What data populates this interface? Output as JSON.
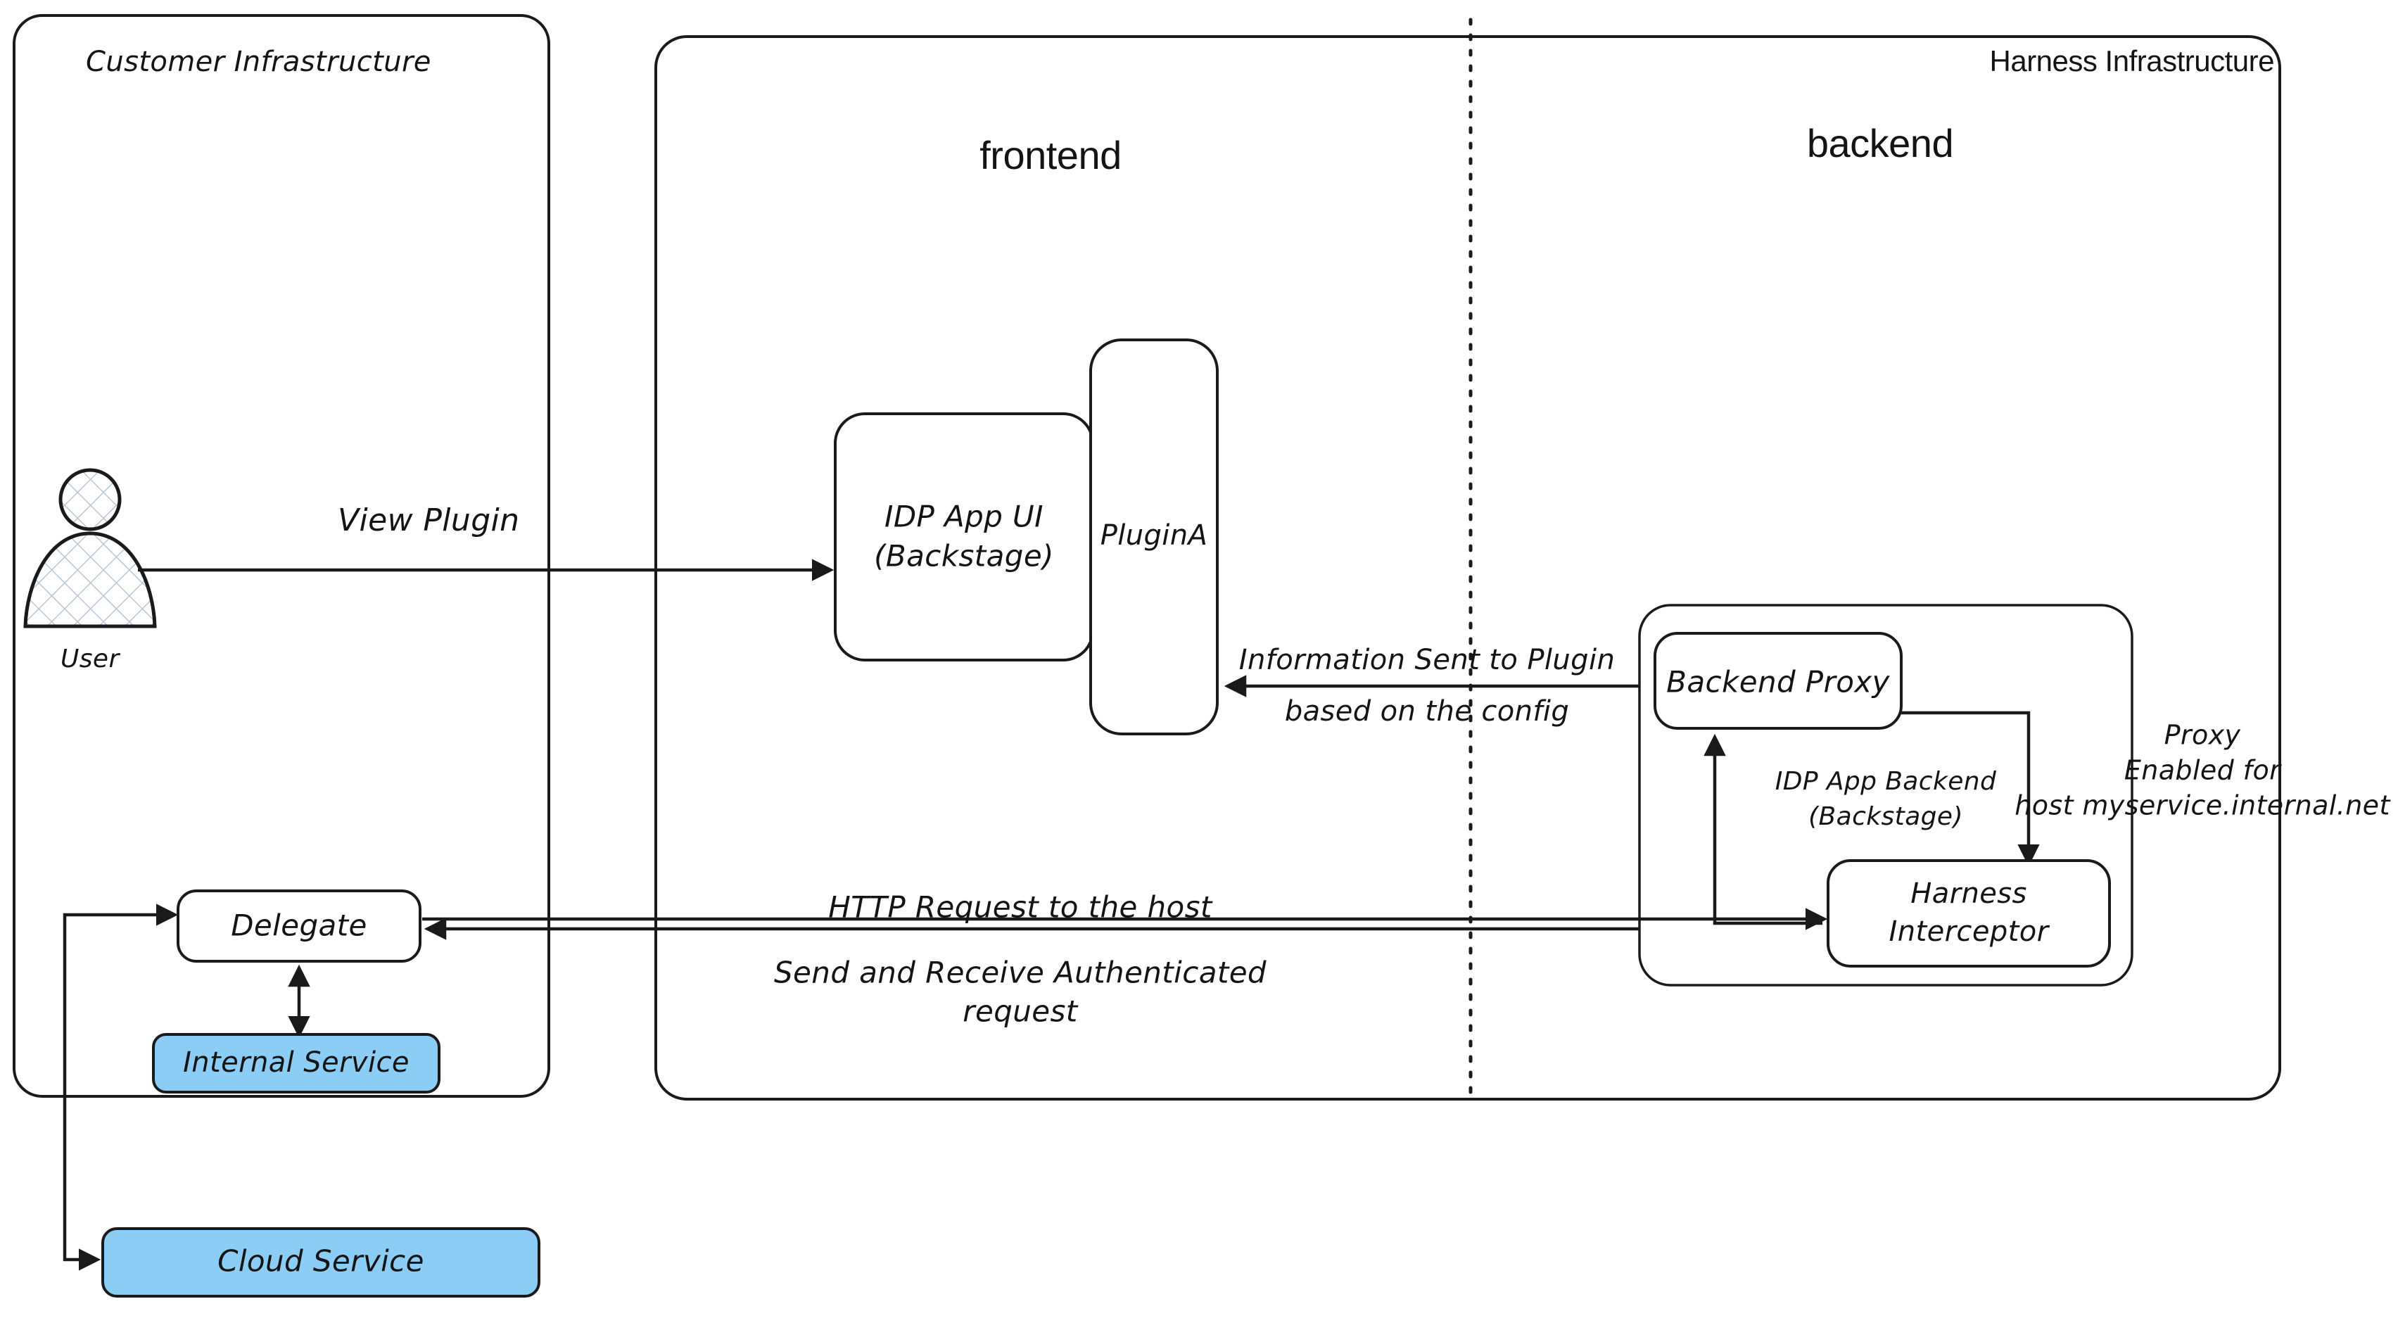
{
  "diagram": {
    "title": "Harness IDP Plugin Proxy Architecture",
    "colors": {
      "stroke": "#1a1a1a",
      "service_fill": "#8CCDF5",
      "canvas": "#ffffff"
    }
  },
  "containers": {
    "customer": {
      "label": "Customer Infrastructure"
    },
    "harness": {
      "label": "Harness Infrastructure"
    },
    "frontend": {
      "label": "frontend"
    },
    "backend": {
      "label": "backend"
    },
    "idp_app_backend": {
      "label_line1": "IDP App Backend",
      "label_line2": "(Backstage)"
    }
  },
  "nodes": {
    "user": {
      "label": "User",
      "icon": "user-actor-icon"
    },
    "idp_app_ui": {
      "label_line1": "IDP App UI",
      "label_line2": "(Backstage)"
    },
    "plugin_a": {
      "label": "PluginA"
    },
    "backend_proxy": {
      "label": "Backend Proxy"
    },
    "harness_interceptor": {
      "label_line1": "Harness",
      "label_line2": "Interceptor"
    },
    "delegate": {
      "label": "Delegate"
    },
    "internal_service": {
      "label": "Internal Service",
      "fill": "#8CCDF5"
    },
    "cloud_service": {
      "label": "Cloud Service",
      "fill": "#8CCDF5"
    }
  },
  "edges": {
    "view_plugin": {
      "label": "View Plugin"
    },
    "info_sent": {
      "label_line1": "Information Sent to Plugin",
      "label_line2": "based on the config"
    },
    "http_request": {
      "label": "HTTP Request to the host"
    },
    "send_receive": {
      "label_line1": "Send and Receive Authenticated",
      "label_line2": "request"
    },
    "proxy_enabled": {
      "label_line1": "Proxy",
      "label_line2": "Enabled for",
      "label_line3": "host myservice.internal.net"
    }
  }
}
